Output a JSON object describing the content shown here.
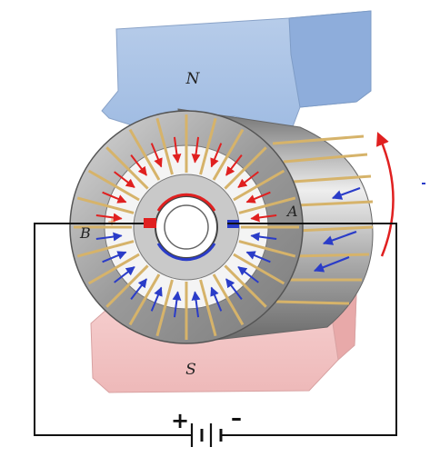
{
  "labels": {
    "north_pole": "N",
    "south_pole": "S",
    "brush_a": "A",
    "brush_b": "B",
    "battery_plus": "+",
    "battery_minus": "–",
    "small_plus": "+"
  },
  "colors": {
    "north_pole": "#a9c3e6",
    "north_pole_side": "#8fb0dc",
    "south_pole": "#f3c6c6",
    "armature_gray": "#9c9c9c",
    "copper": "#d6b36a",
    "current_out": "#e02020",
    "current_in": "#2a3cc8",
    "wire": "#111111"
  },
  "icons": {
    "rotation": "curved-arrow-up",
    "current_out": "red-arrows",
    "current_in": "blue-arrows"
  }
}
